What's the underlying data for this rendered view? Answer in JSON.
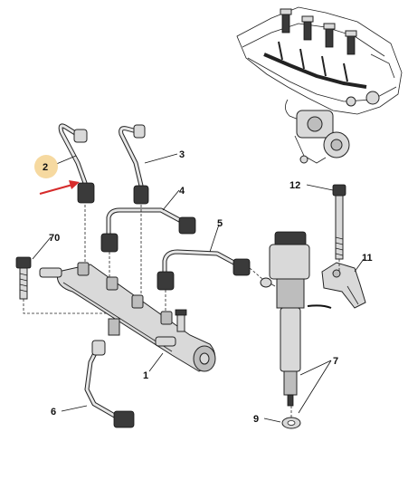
{
  "labels": {
    "part1": "1",
    "part2": "2",
    "part3": "3",
    "part4": "4",
    "part5": "5",
    "part6": "6",
    "part7": "7",
    "part9": "9",
    "part11": "11",
    "part12": "12",
    "part70": "70"
  },
  "colors": {
    "highlight_circle": "#f6d9a0",
    "arrow": "#d62b2b",
    "line": "#222222",
    "metal_light": "#d9d9d9",
    "metal_dark": "#3a3a3a"
  }
}
